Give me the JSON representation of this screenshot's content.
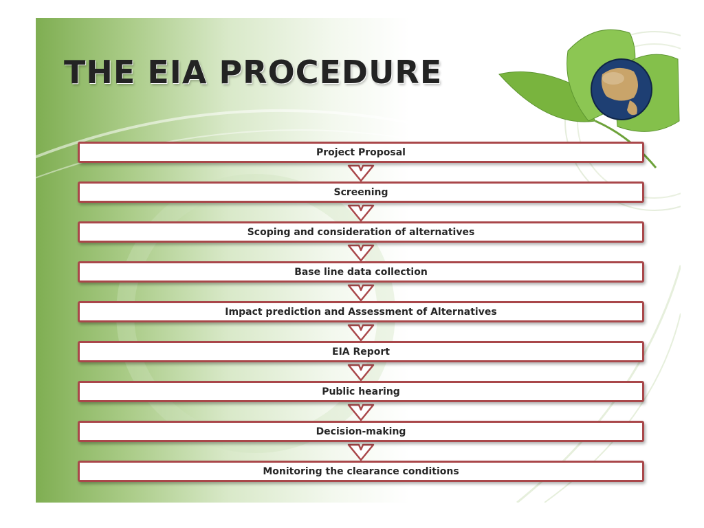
{
  "slide": {
    "title": "THE EIA PROCEDURE",
    "steps": [
      "Project Proposal",
      "Screening",
      "Scoping and consideration of alternatives",
      "Base line data collection",
      "Impact prediction and Assessment of Alternatives",
      "EIA Report",
      "Public hearing",
      "Decision-making",
      "Monitoring the clearance conditions"
    ]
  },
  "colors": {
    "box_border": "#a9474a",
    "background_green": "#7fae52",
    "title_text": "#232323"
  },
  "icons": [
    "leaf-icon",
    "globe-icon",
    "chevron-down-icon"
  ]
}
